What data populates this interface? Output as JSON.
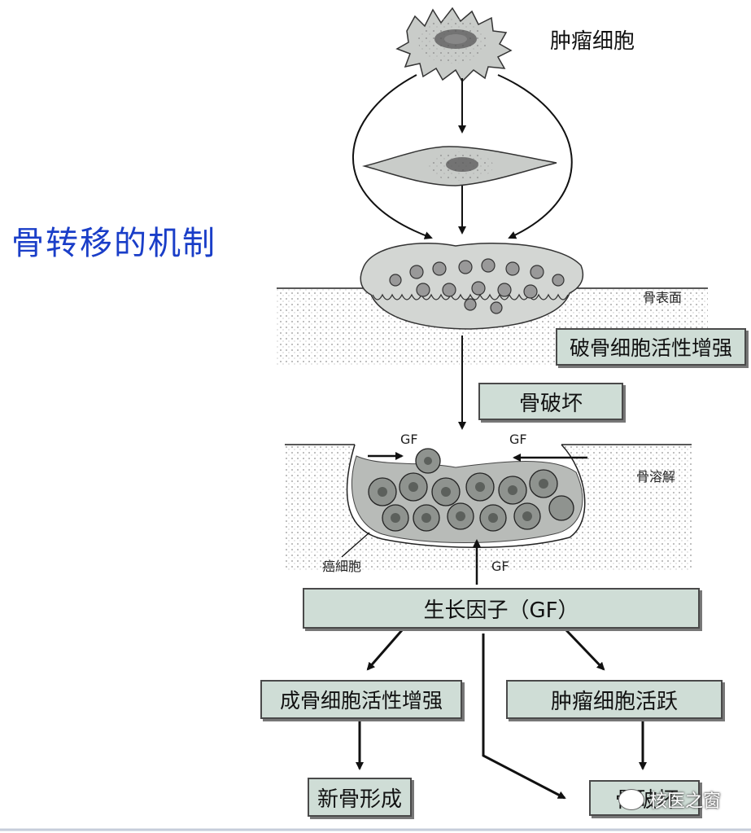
{
  "title": "骨转移的机制",
  "labels": {
    "tumor_cell": "肿瘤细胞",
    "bone_surface": "骨表面",
    "osteolysis": "骨溶解",
    "cancer_cell": "癌細胞",
    "gf_left": "GF",
    "gf_right": "GF",
    "gf_bottom": "GF"
  },
  "boxes": {
    "osteoclast_up": "破骨细胞活性增强",
    "bone_destruction": "骨破坏",
    "growth_factor": "生长因子（GF）",
    "osteoblast_up": "成骨细胞活性增强",
    "tumor_active": "肿瘤细胞活跃",
    "new_bone": "新骨形成",
    "bone_destruction_2": "骨破坏"
  },
  "watermark": "核医之窗"
}
